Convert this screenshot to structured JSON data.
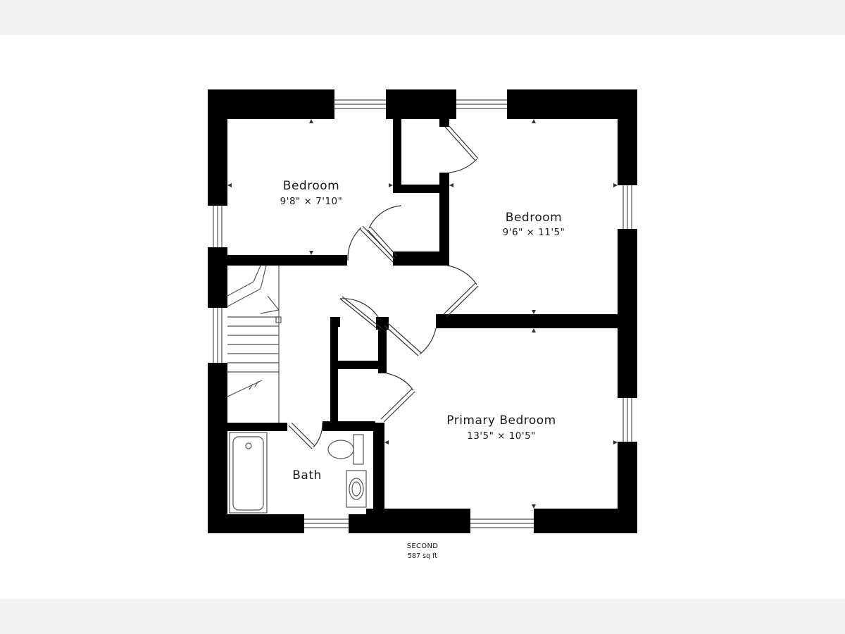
{
  "rooms": {
    "bedroom_nw": {
      "name": "Bedroom",
      "dims": "9'8\" × 7'10\""
    },
    "bedroom_ne": {
      "name": "Bedroom",
      "dims": "9'6\" × 11'5\""
    },
    "primary": {
      "name": "Primary Bedroom",
      "dims": "13'5\" × 10'5\""
    },
    "bath": {
      "name": "Bath"
    }
  },
  "floor": {
    "name": "SECOND",
    "area": "587 sq ft"
  },
  "colors": {
    "wall": "#000000",
    "background": "#ffffff",
    "band": "#f3f3f4",
    "fixture": "#555555"
  }
}
